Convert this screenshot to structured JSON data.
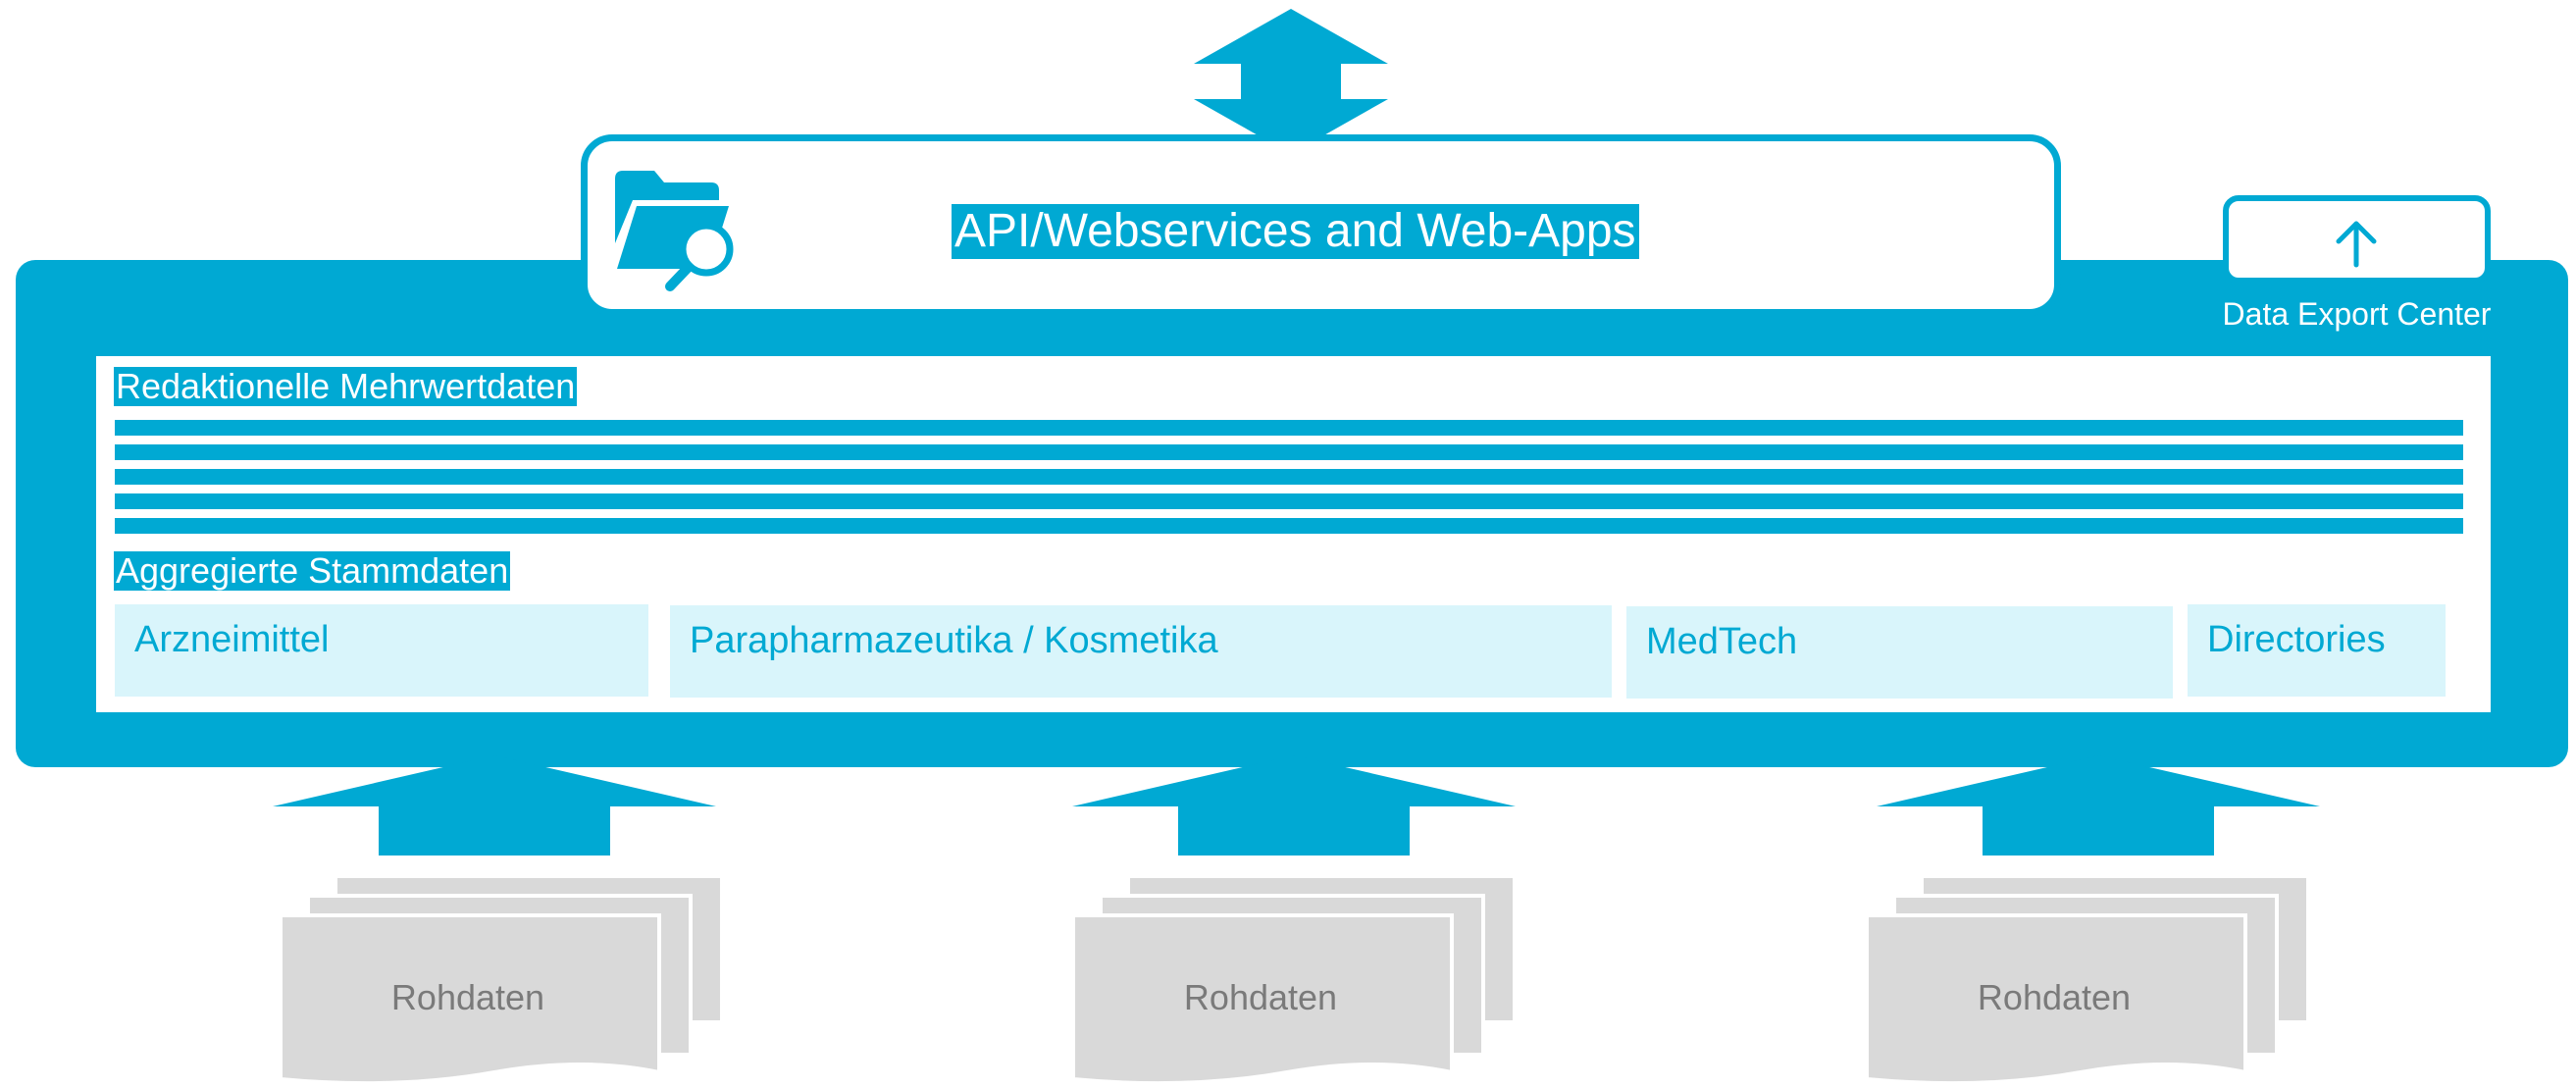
{
  "colors": {
    "primary": "#00a9d3",
    "light": "#d9f5fb",
    "document": "#d9d9d9",
    "document_text": "#7a7a7a"
  },
  "api": {
    "title": "API/Webservices and Web-Apps",
    "icon": "folder-search-icon"
  },
  "export": {
    "label": "Data Export Center",
    "icon": "arrow-up-icon"
  },
  "sections": {
    "redaktionell": "Redaktionelle Mehrwertdaten",
    "aggregiert": "Aggregierte Stammdaten"
  },
  "categories": [
    "Arzneimittel",
    "Parapharmazeutika / Kosmetika",
    "MedTech",
    "Directories"
  ],
  "sources": [
    {
      "label": "Rohdaten"
    },
    {
      "label": "Rohdaten"
    },
    {
      "label": "Rohdaten"
    }
  ]
}
